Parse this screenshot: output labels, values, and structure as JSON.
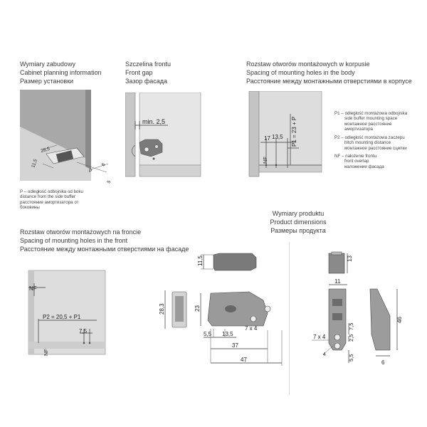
{
  "sections": {
    "cabinet": {
      "title": [
        "Wymiary zabudowy",
        "Cabinet planning information",
        "Размер установки"
      ],
      "note_p": [
        "P – odległość odbojnika od boku",
        "distance from the side buffer",
        "расстояние амортизатора от",
        "боковины"
      ],
      "labels": {
        "a": "28,5",
        "b": "11,5",
        "c": "8",
        "d": "P",
        "e": "5"
      }
    },
    "front_gap": {
      "title": [
        "Szczelina frontu",
        "Front gap",
        "Зазор фасада"
      ],
      "label": "min. 2,5"
    },
    "body_holes": {
      "title": [
        "Rozstaw otworów montażowych w korpusie",
        "Spacing of mounting holes in the body",
        "Расстояние между монтажными отверстиями в корпусе"
      ],
      "labels": {
        "d17": "17",
        "d135": "13,5",
        "p1": "P1 = 23 + P",
        "nf": "NF"
      },
      "notes": [
        [
          "P1 – odległość montażowa odbojnika",
          "side buffer mounting space",
          "монтажное расстояние",
          "амортизатора"
        ],
        [
          "P2 – odległość montażowa zaczepu",
          "hitch mounting distance",
          "монтажное расстояние сцепки"
        ],
        [
          "NF – nałożenie frontu",
          "front overlap",
          "наложение фасада"
        ]
      ]
    },
    "product": {
      "title": [
        "Wymiary produktu",
        "Product dimensions",
        "Размеры продукта"
      ],
      "labels": {
        "h115": "11,5",
        "h283": "28,3",
        "h23": "23",
        "d55": "5,5",
        "d135": "13,5",
        "d7x4": "7 x 4",
        "d37": "37",
        "d47": "47",
        "d13": "13",
        "d11": "11",
        "d75": "7,5",
        "d25": "2,5",
        "d46": "46",
        "d7x4b": "7 x 4",
        "d4": "4",
        "d55b": "5,5",
        "d6": "6"
      }
    },
    "front_holes": {
      "title": [
        "Rozstaw otworów montażowych na froncie",
        "Spacing of mounting holes in the front",
        "Расстояние между монтажными отверстиями на фасаде"
      ],
      "labels": {
        "nf": "NF",
        "p2": "P2 = 20,5 + P1",
        "d75": "7,5",
        "nf2": "NF"
      }
    }
  }
}
